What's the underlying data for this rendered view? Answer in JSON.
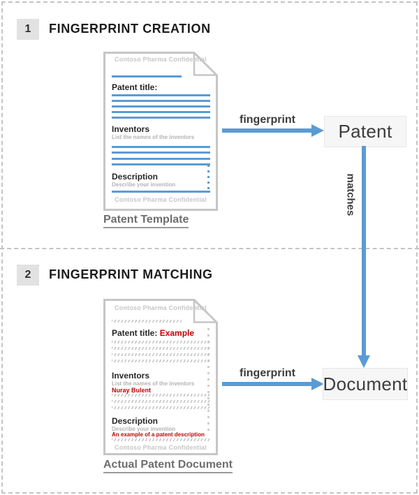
{
  "diagram": {
    "confidential_header": "Contoso Pharma Confidential",
    "fields": {
      "patent_title": "Patent title:",
      "inventors": "Inventors",
      "inventors_hint": "List the names of the inventors",
      "description": "Description",
      "description_hint": "Describe your invention"
    },
    "section1": {
      "number": "1",
      "title": "FINGERPRINT CREATION",
      "doc_label": "Patent Template",
      "arrow_label": "fingerprint",
      "node_label": "Patent"
    },
    "match_arrow_label": "matches",
    "section2": {
      "number": "2",
      "title": "FINGERPRINT MATCHING",
      "doc_label": "Actual Patent Document",
      "arrow_label": "fingerprint",
      "node_label": "Document",
      "values": {
        "title_value": "Example",
        "inventors_value": "Nuray Bulent",
        "description_value": "An example of a patent description"
      }
    },
    "colors": {
      "accent_blue": "#5B9BD5",
      "value_red": "#C00000"
    }
  }
}
